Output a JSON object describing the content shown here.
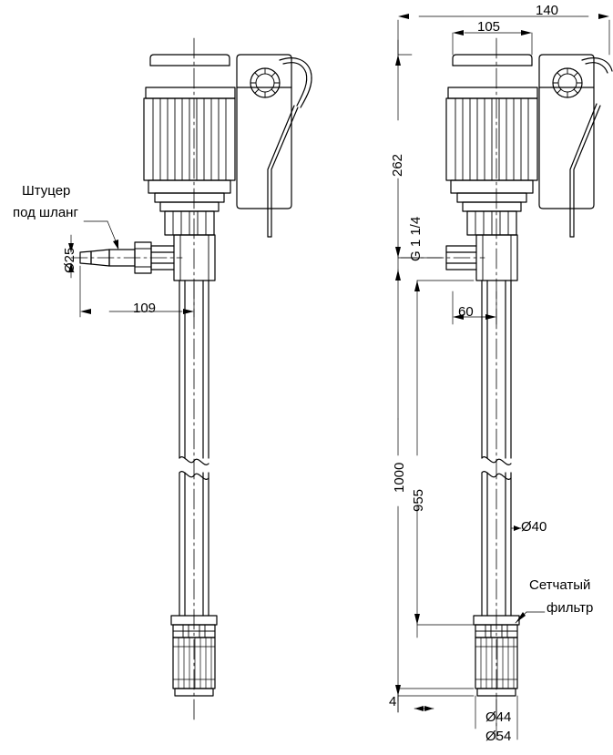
{
  "drawing": {
    "title": "Pump technical drawing with two views",
    "views": [
      {
        "name": "left-view",
        "description": "Pump with hose barb fitting, front view"
      },
      {
        "name": "right-view",
        "description": "Pump with dimensions, front view"
      }
    ],
    "annotations": {
      "hose_fitting_line1": "Штуцер",
      "hose_fitting_line2": "под шланг",
      "hose_dia": "Ø25",
      "dim_109": "109",
      "dim_140": "140",
      "dim_105": "105",
      "dim_262": "262",
      "thread_g": "G 1 1/4",
      "dim_60": "60",
      "dim_1000": "1000",
      "dim_955": "955",
      "dia_40": "Ø40",
      "filter_line1": "Сетчатый",
      "filter_line2": "фильтр",
      "dim_4": "4",
      "dia_44": "Ø44",
      "dia_54": "Ø54"
    },
    "colors": {
      "line": "#000000",
      "background": "#ffffff"
    }
  }
}
